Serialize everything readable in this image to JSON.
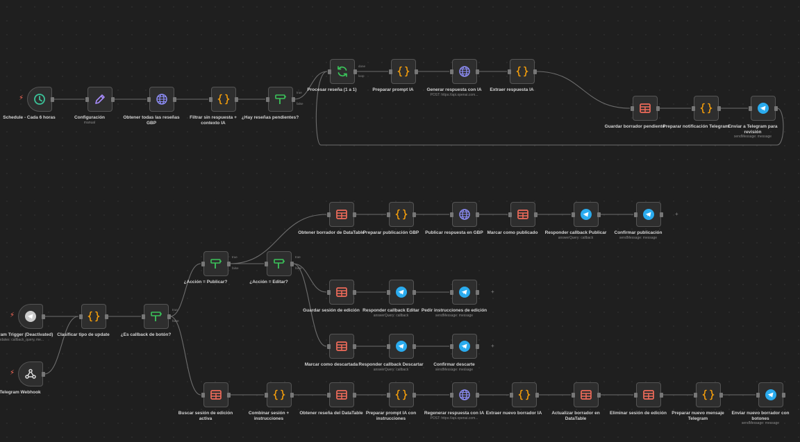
{
  "workflow": {
    "nodes": [
      {
        "id": "schedule",
        "label": "Schedule - Cada 6 horas",
        "icon": "clock-icon",
        "color": "#3bc49a",
        "trigger": true
      },
      {
        "id": "configuracion",
        "label": "Configuración",
        "sub": "manual",
        "icon": "pencil-icon",
        "color": "#a78bfa"
      },
      {
        "id": "obtener_resenas",
        "label": "Obtener todas las reseñas GBP",
        "icon": "globe-icon",
        "color": "#8c8cf5"
      },
      {
        "id": "filtrar",
        "label": "Filtrar sin respuesta + contexto IA",
        "icon": "code-icon",
        "color": "#f59e0b"
      },
      {
        "id": "hay_resenas",
        "label": "¿Hay reseñas pendientes?",
        "icon": "if-icon",
        "color": "#3bc45a"
      },
      {
        "id": "procesar",
        "label": "Procesar reseña (1 a 1)",
        "icon": "loop-icon",
        "color": "#3bc45a"
      },
      {
        "id": "preparar_prompt",
        "label": "Preparar prompt IA",
        "icon": "code-icon",
        "color": "#f59e0b"
      },
      {
        "id": "generar_respuesta",
        "label": "Generar respuesta con IA",
        "sub": "POST: https://api.openai.com...",
        "icon": "globe-icon",
        "color": "#8c8cf5"
      },
      {
        "id": "extraer_respuesta",
        "label": "Extraer respuesta IA",
        "icon": "code-icon",
        "color": "#f59e0b"
      },
      {
        "id": "guardar_borrador",
        "label": "Guardar borrador pendiente",
        "icon": "table-icon",
        "color": "#f06b5a"
      },
      {
        "id": "preparar_notif",
        "label": "Preparar notificación Telegram",
        "icon": "code-icon",
        "color": "#f59e0b"
      },
      {
        "id": "enviar_telegram",
        "label": "Enviar a Telegram para revisión",
        "sub": "sendMessage: message",
        "icon": "telegram-icon",
        "color": "#2aabee"
      },
      {
        "id": "telegram_trigger",
        "label": "Telegram Trigger (Deactivated)",
        "sub": "Updates: callback_query, me...",
        "icon": "telegram-icon",
        "color": "#cccccc",
        "trigger": true
      },
      {
        "id": "telegram_webhook",
        "label": "Telegram Webhook",
        "icon": "webhook-icon",
        "color": "#dddddd",
        "trigger": true
      },
      {
        "id": "clasificar",
        "label": "Clasificar tipo de update",
        "icon": "code-icon",
        "color": "#f59e0b"
      },
      {
        "id": "es_callback",
        "label": "¿Es callback de botón?",
        "icon": "if-icon",
        "color": "#3bc45a"
      },
      {
        "id": "accion_publicar",
        "label": "¿Acción = Publicar?",
        "icon": "if-icon",
        "color": "#3bc45a"
      },
      {
        "id": "accion_editar",
        "label": "¿Acción = Editar?",
        "icon": "if-icon",
        "color": "#3bc45a"
      },
      {
        "id": "obtener_borrador",
        "label": "Obtener borrador de DataTable",
        "icon": "table-icon",
        "color": "#f06b5a"
      },
      {
        "id": "preparar_publicacion",
        "label": "Preparar publicación GBP",
        "icon": "code-icon",
        "color": "#f59e0b"
      },
      {
        "id": "publicar_gbp",
        "label": "Publicar respuesta en GBP",
        "icon": "globe-icon",
        "color": "#8c8cf5"
      },
      {
        "id": "marcar_publicado",
        "label": "Marcar como publicado",
        "icon": "table-icon",
        "color": "#f06b5a"
      },
      {
        "id": "responder_publicar",
        "label": "Responder callback Publicar",
        "sub": "answerQuery: callback",
        "icon": "telegram-icon",
        "color": "#2aabee"
      },
      {
        "id": "confirmar_publicacion",
        "label": "Confirmar publicación",
        "sub": "sendMessage: message",
        "icon": "telegram-icon",
        "color": "#2aabee"
      },
      {
        "id": "guardar_sesion",
        "label": "Guardar sesión de edición",
        "icon": "table-icon",
        "color": "#f06b5a"
      },
      {
        "id": "responder_editar",
        "label": "Responder callback Editar",
        "sub": "answerQuery: callback",
        "icon": "telegram-icon",
        "color": "#2aabee"
      },
      {
        "id": "pedir_instrucciones",
        "label": "Pedir instrucciones de edición",
        "sub": "sendMessage: message",
        "icon": "telegram-icon",
        "color": "#2aabee"
      },
      {
        "id": "marcar_descartada",
        "label": "Marcar como descartada",
        "icon": "table-icon",
        "color": "#f06b5a"
      },
      {
        "id": "responder_descartar",
        "label": "Responder callback Descartar",
        "sub": "answerQuery: callback",
        "icon": "telegram-icon",
        "color": "#2aabee"
      },
      {
        "id": "confirmar_descarte",
        "label": "Confirmar descarte",
        "sub": "sendMessage: message",
        "icon": "telegram-icon",
        "color": "#2aabee"
      },
      {
        "id": "buscar_sesion",
        "label": "Buscar sesión de edición activa",
        "icon": "table-icon",
        "color": "#f06b5a"
      },
      {
        "id": "combinar",
        "label": "Combinar sesión + instrucciones",
        "icon": "code-icon",
        "color": "#f59e0b"
      },
      {
        "id": "obtener_resena_dt",
        "label": "Obtener reseña del DataTable",
        "icon": "table-icon",
        "color": "#f06b5a"
      },
      {
        "id": "preparar_prompt_instr",
        "label": "Preparar prompt IA con instrucciones",
        "icon": "code-icon",
        "color": "#f59e0b"
      },
      {
        "id": "regenerar",
        "label": "Regenerar respuesta con IA",
        "sub": "POST: https://api.openai.com...",
        "icon": "globe-icon",
        "color": "#8c8cf5"
      },
      {
        "id": "extraer_nuevo",
        "label": "Extraer nuevo borrador IA",
        "icon": "code-icon",
        "color": "#f59e0b"
      },
      {
        "id": "actualizar_borrador",
        "label": "Actualizar borrador en DataTable",
        "icon": "table-icon",
        "color": "#f06b5a"
      },
      {
        "id": "eliminar_sesion",
        "label": "Eliminar sesión de edición",
        "icon": "table-icon",
        "color": "#f06b5a"
      },
      {
        "id": "preparar_nuevo_msg",
        "label": "Preparar nuevo mensaje Telegram",
        "icon": "code-icon",
        "color": "#f59e0b"
      },
      {
        "id": "enviar_nuevo",
        "label": "Enviar nuevo borrador con botones",
        "sub": "sendMessage: message",
        "icon": "telegram-icon",
        "color": "#2aabee"
      }
    ],
    "connections": [
      [
        "schedule",
        "configuracion"
      ],
      [
        "configuracion",
        "obtener_resenas"
      ],
      [
        "obtener_resenas",
        "filtrar"
      ],
      [
        "filtrar",
        "hay_resenas"
      ],
      [
        "hay_resenas",
        "procesar"
      ],
      [
        "procesar",
        "preparar_prompt"
      ],
      [
        "preparar_prompt",
        "generar_respuesta"
      ],
      [
        "generar_respuesta",
        "extraer_respuesta"
      ],
      [
        "extraer_respuesta",
        "guardar_borrador"
      ],
      [
        "guardar_borrador",
        "preparar_notif"
      ],
      [
        "preparar_notif",
        "enviar_telegram"
      ],
      [
        "enviar_telegram",
        "procesar"
      ],
      [
        "telegram_trigger",
        "clasificar"
      ],
      [
        "telegram_webhook",
        "clasificar"
      ],
      [
        "clasificar",
        "es_callback"
      ],
      [
        "es_callback",
        "accion_publicar"
      ],
      [
        "es_callback",
        "buscar_sesion"
      ],
      [
        "accion_publicar",
        "obtener_borrador"
      ],
      [
        "accion_publicar",
        "accion_editar"
      ],
      [
        "obtener_borrador",
        "preparar_publicacion"
      ],
      [
        "preparar_publicacion",
        "publicar_gbp"
      ],
      [
        "publicar_gbp",
        "marcar_publicado"
      ],
      [
        "marcar_publicado",
        "responder_publicar"
      ],
      [
        "responder_publicar",
        "confirmar_publicacion"
      ],
      [
        "accion_editar",
        "guardar_sesion"
      ],
      [
        "accion_editar",
        "marcar_descartada"
      ],
      [
        "guardar_sesion",
        "responder_editar"
      ],
      [
        "responder_editar",
        "pedir_instrucciones"
      ],
      [
        "marcar_descartada",
        "responder_descartar"
      ],
      [
        "responder_descartar",
        "confirmar_descarte"
      ],
      [
        "buscar_sesion",
        "combinar"
      ],
      [
        "combinar",
        "obtener_resena_dt"
      ],
      [
        "obtener_resena_dt",
        "preparar_prompt_instr"
      ],
      [
        "preparar_prompt_instr",
        "regenerar"
      ],
      [
        "regenerar",
        "extraer_nuevo"
      ],
      [
        "extraer_nuevo",
        "actualizar_borrador"
      ],
      [
        "actualizar_borrador",
        "eliminar_sesion"
      ],
      [
        "eliminar_sesion",
        "preparar_nuevo_msg"
      ],
      [
        "preparar_nuevo_msg",
        "enviar_nuevo"
      ]
    ],
    "branch_labels": {
      "true": "true",
      "false": "false",
      "loop": "loop",
      "done": "done"
    }
  },
  "colors": {
    "edge": "#6e6e6e",
    "node_bg": "#2e2e2e",
    "node_border": "#555555",
    "trigger_bolt": "#ff6d5a"
  }
}
